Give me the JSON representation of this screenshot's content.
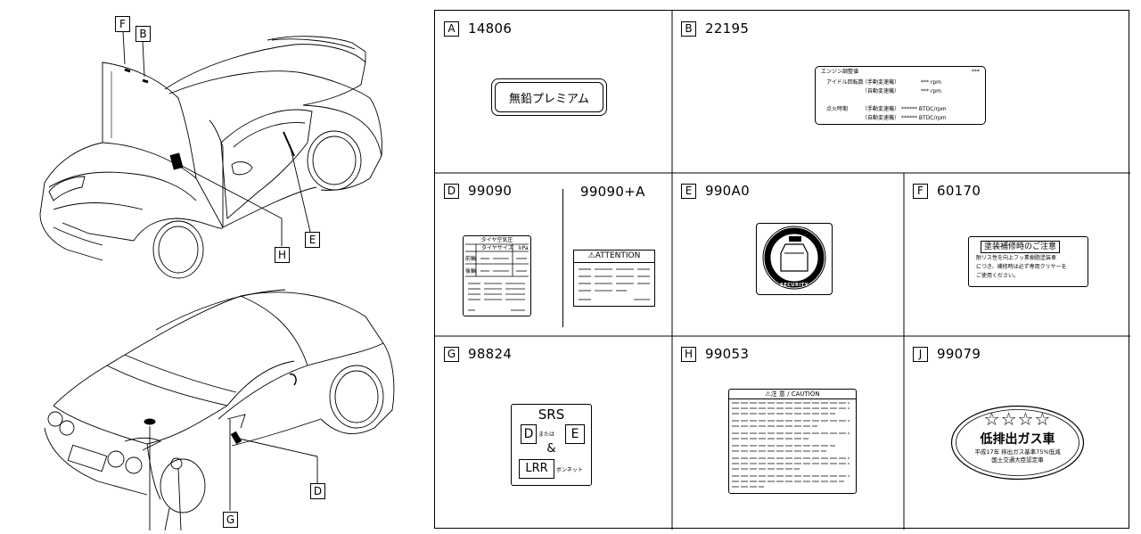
{
  "callouts": {
    "F": "F",
    "B": "B",
    "H": "H",
    "E": "E",
    "D": "D",
    "G": "G"
  },
  "cells": {
    "A": {
      "letter": "A",
      "code": "14806",
      "label": "無鉛プレミアム"
    },
    "B": {
      "letter": "B",
      "code": "22195",
      "title": "エンジン調整値",
      "title_right": "***",
      "row1_label": "アイドル回転数",
      "row1_mode": "（手動変速機）",
      "row1_val": "*** rpm",
      "row2_mode": "（自動変速機）",
      "row2_val": "*** rpm",
      "row3_label": "点火時期",
      "row3_mode": "（手動変速機）",
      "row3_val": "****** BTDC/rpm",
      "row4_mode": "（自動変速機）",
      "row4_val": "****** BTDC/rpm"
    },
    "D": {
      "letter": "D",
      "code": "99090",
      "code_alt": "99090+A",
      "tire_title": "タイヤ空気圧",
      "tire_col1": "タイヤサイズ",
      "tire_col2": "kPa",
      "tire_row1": "前輪",
      "tire_row2": "後輪",
      "attention": "ATTENTION"
    },
    "E": {
      "letter": "E",
      "code": "990A0",
      "security": "SECURITY"
    },
    "F": {
      "letter": "F",
      "code": "60170",
      "title": "塗装補修時のご注意",
      "line1": "耐リス性を向上フッ素樹脂塗装車",
      "line2": "につき、補修時は必ず専用クリヤーを",
      "line3": "ご使用ください。"
    },
    "G": {
      "letter": "G",
      "code": "98824",
      "srs": "SRS",
      "d": "D",
      "mataha": "または",
      "e": "E",
      "amp": "&",
      "lrr": "LRR",
      "bonnet": "ボンネット"
    },
    "H": {
      "letter": "H",
      "code": "99053",
      "title": "⚠注 意 / CAUTION"
    },
    "J": {
      "letter": "J",
      "code": "99079",
      "stars": "☆☆☆☆",
      "main": "低排出ガス車",
      "line1": "平成17年 排出ガス基準75%低減",
      "line2": "国土交通大臣認定車"
    }
  }
}
